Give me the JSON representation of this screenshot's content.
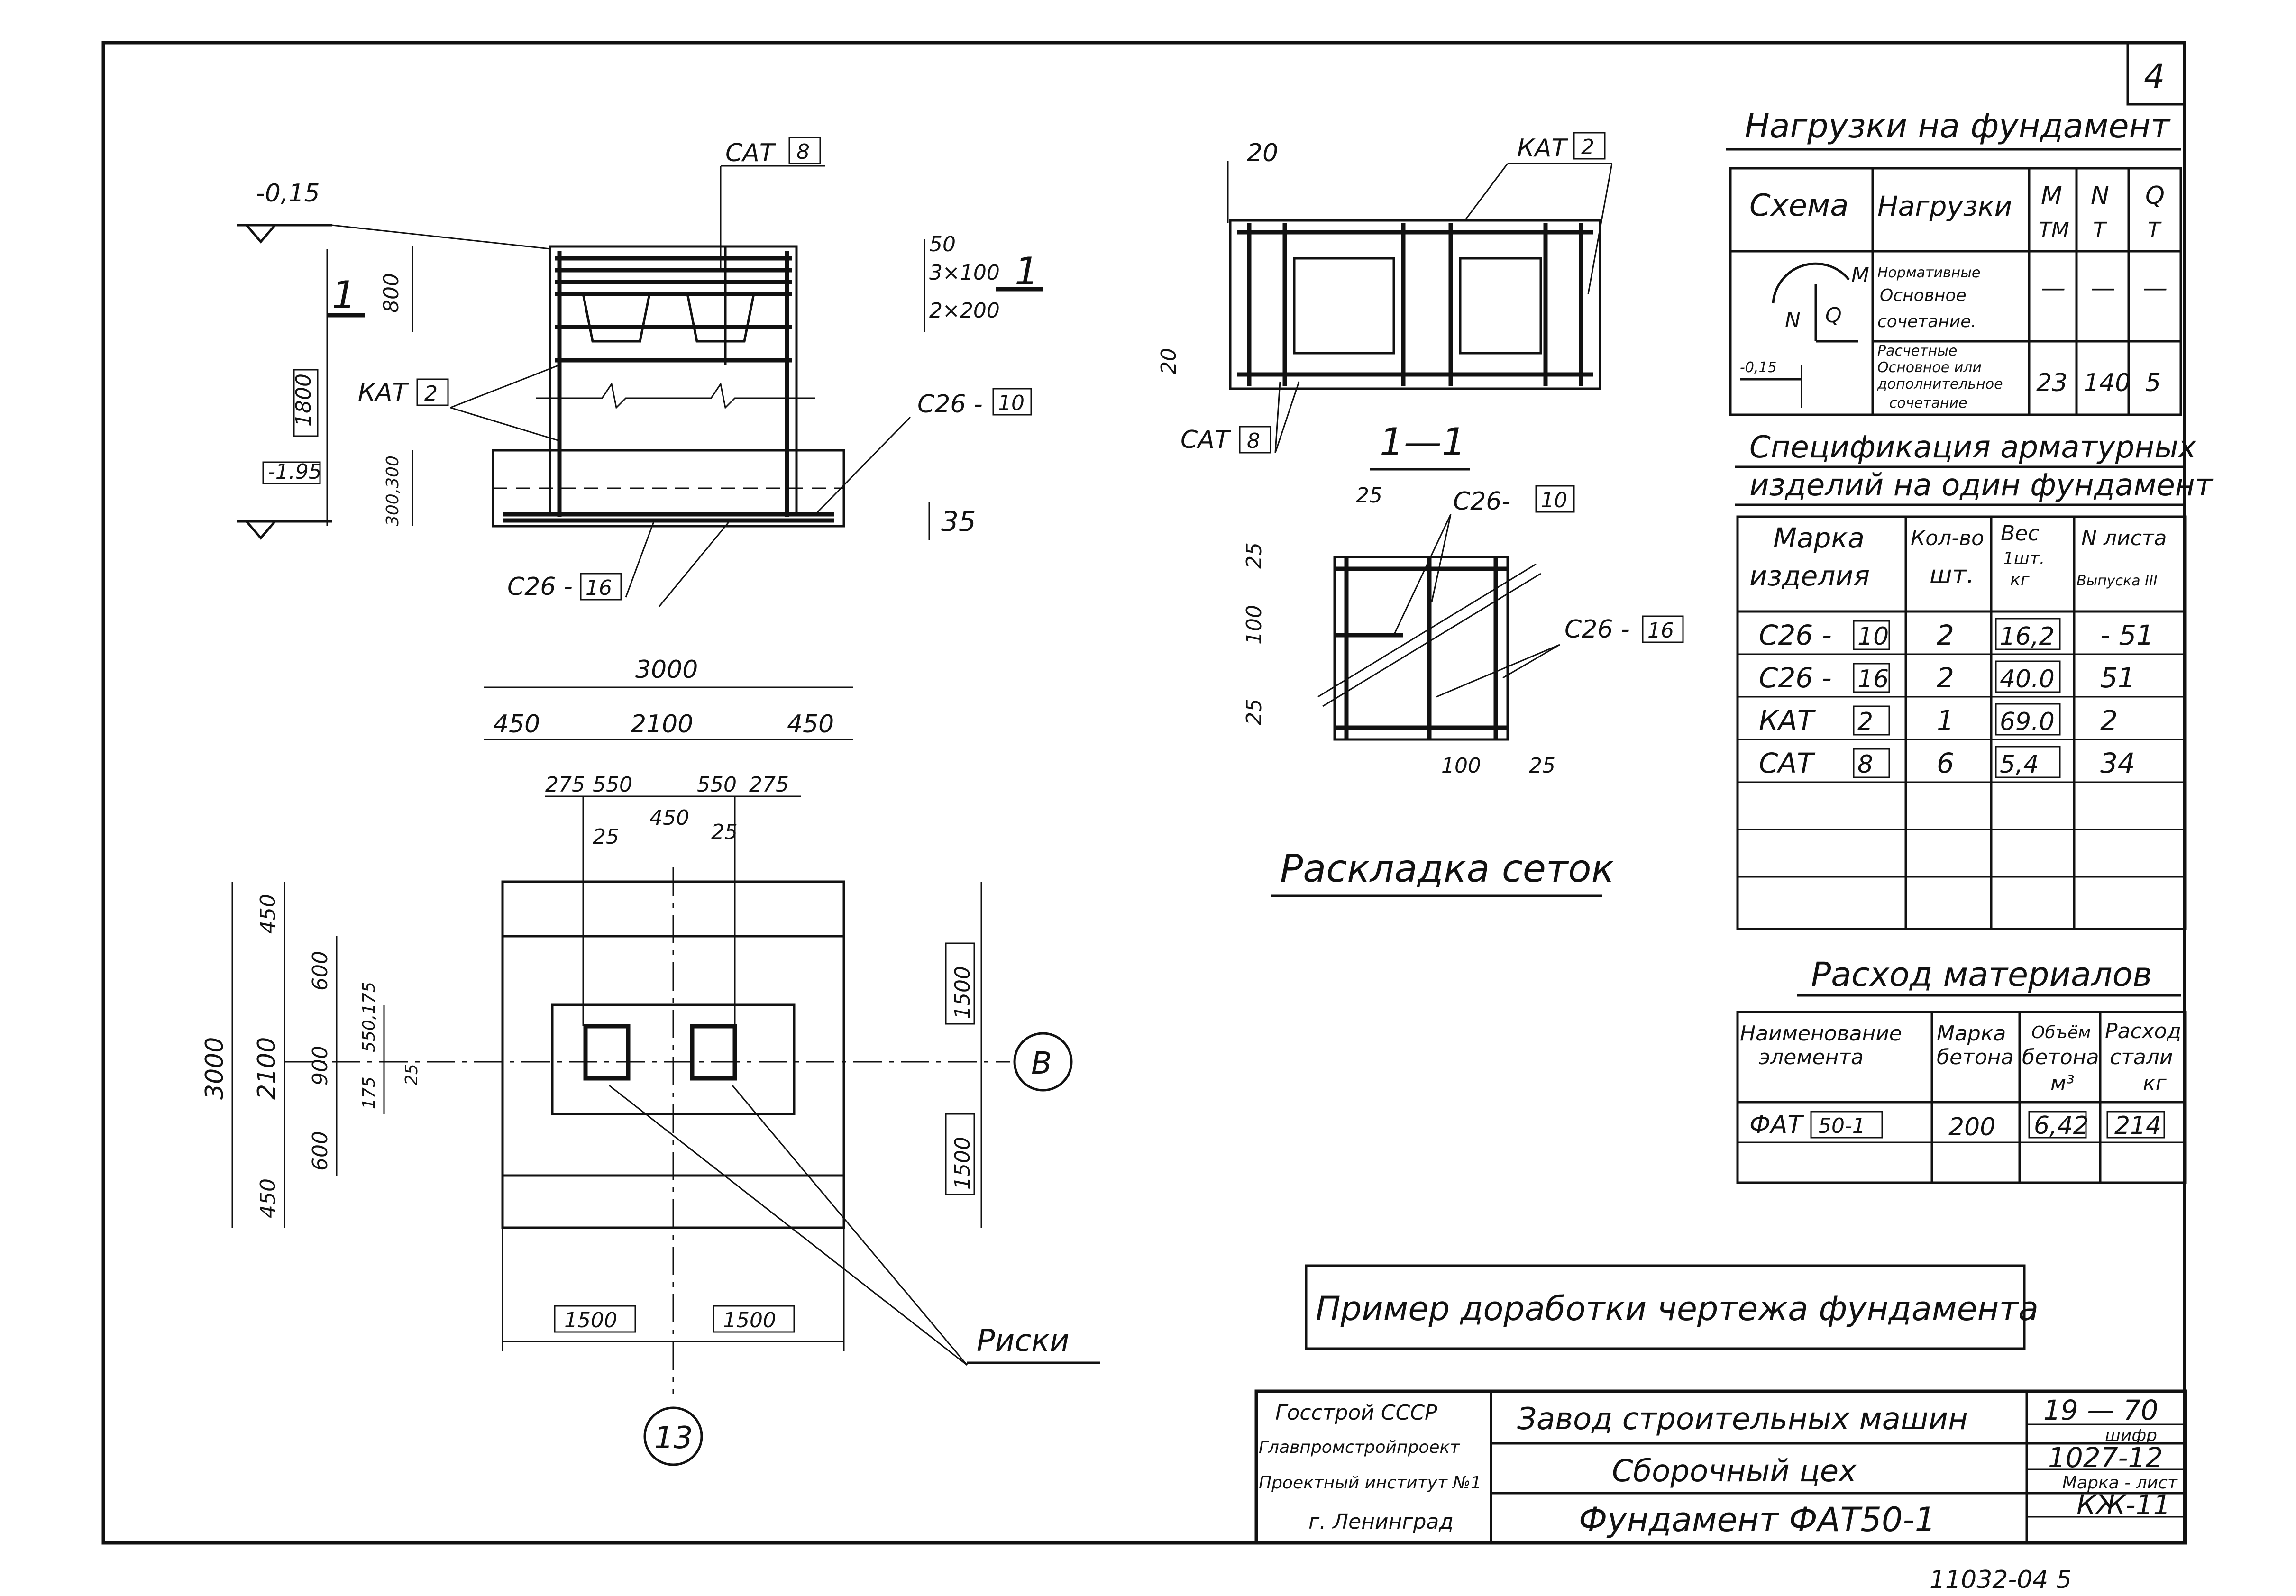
{
  "sheet": {
    "number": "4",
    "bottom_stamp": "11032-04 5"
  },
  "loads": {
    "title": "Нагрузки на фундамент",
    "headers": [
      "Схема",
      "Нагрузки",
      "M",
      "ТМ",
      "N",
      "Т",
      "Q",
      "Т"
    ],
    "scheme_labels": {
      "m": "M",
      "n": "N",
      "q": "Q",
      "level": "-0,15"
    },
    "rows": [
      {
        "label": [
          "Нормативные",
          "Основное",
          "сочетание."
        ],
        "m": "—",
        "n": "—",
        "q": "—"
      },
      {
        "label": [
          "Расчетные",
          "Основное или",
          "дополнительное",
          "сочетание"
        ],
        "m": "23",
        "n": "140",
        "q": "5"
      }
    ]
  },
  "spec": {
    "title_line1": "Спецификация арматурных",
    "title_line2": "изделий на один фундамент",
    "headers": [
      "Марка",
      "изделия",
      "Кол-во",
      "шт.",
      "Вес",
      "1шт.",
      "кг",
      "N листа",
      "Выпуска III"
    ],
    "rows": [
      {
        "mark": "С26 -",
        "num": "10",
        "qty": "2",
        "weight": "16,2",
        "sheet": "- 51"
      },
      {
        "mark": "С26 -",
        "num": "16",
        "qty": "2",
        "weight": "40.0",
        "sheet": "51"
      },
      {
        "mark": "КАТ",
        "num": "2",
        "qty": "1",
        "weight": "69.0",
        "sheet": "2"
      },
      {
        "mark": "САТ",
        "num": "8",
        "qty": "6",
        "weight": "5,4",
        "sheet": "34"
      }
    ]
  },
  "materials": {
    "title": "Расход материалов",
    "headers": [
      "Наименование",
      "элемента",
      "Марка",
      "бетона",
      "Объём",
      "бетона",
      "м³",
      "Расход",
      "стали",
      "кг"
    ],
    "row": {
      "element": "ФАТ",
      "element_num": "50-1",
      "grade": "200",
      "volume": "6,42",
      "steel": "214"
    }
  },
  "section": {
    "cat": "САТ",
    "cat_num": "8",
    "kat": "КАТ",
    "kat_num": "2",
    "c26_10": "С26 -",
    "c26_10_num": "10",
    "c26_16": "С26 -",
    "c26_16_num": "16",
    "level_top": "-0,15",
    "level_bottom": "-1.95",
    "dims": {
      "d50": "50",
      "d3x100": "3×100",
      "d2x200": "2×200",
      "d800": "800",
      "d1800": "1800",
      "d300": "300,300",
      "d35": "35"
    },
    "cut": "1"
  },
  "plan_top": {
    "kat": "КАТ",
    "kat_num": "2",
    "cat": "САТ",
    "cat_num": "8",
    "d20a": "20",
    "d20b": "20"
  },
  "section11": {
    "title": "1—1",
    "c26_10": "С26-",
    "c26_10_num": "10",
    "c26_16": "С26 -",
    "c26_16_num": "16",
    "dims": [
      "25",
      "25",
      "100",
      "25",
      "100",
      "25"
    ]
  },
  "layout_title": "Раскладка сеток",
  "plan": {
    "dims_top": [
      "3000",
      "450",
      "2100",
      "450",
      "275",
      "550",
      "550",
      "275",
      "450",
      "25",
      "25"
    ],
    "dims_left": [
      "3000",
      "450",
      "2100",
      "450",
      "600",
      "900",
      "600",
      "550,175",
      "175",
      "25"
    ],
    "dims_right": [
      "1500",
      "1500"
    ],
    "dims_bottom": [
      "1500",
      "1500"
    ],
    "axis_b": "В",
    "axis_13": "13",
    "marks": "Риски"
  },
  "note": "Пример доработки чертежа фундамента",
  "title_block": {
    "org1": "Госстрой СССР",
    "org2": "Главпромстройпроект",
    "org3": "Проектный институт №1",
    "org4": "г. Ленинград",
    "project": "Завод строительных машин",
    "building": "Сборочный цех",
    "drawing": "Фундамент ФАТ50-1",
    "year": "19 — 70",
    "cipher_label": "шифр",
    "cipher": "1027-12",
    "mark_label": "Марка - лист",
    "mark": "КЖ-11"
  }
}
